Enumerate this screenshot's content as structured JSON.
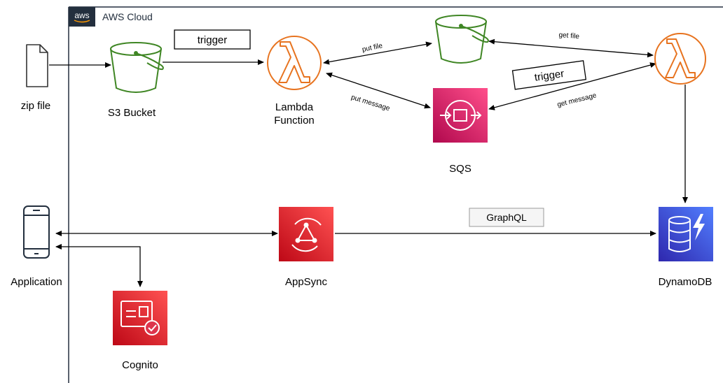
{
  "cloud": {
    "title": "AWS Cloud",
    "logo_text": "aws"
  },
  "nodes": {
    "zip_file": "zip file",
    "s3_bucket": "S3 Bucket",
    "lambda1_line1": "Lambda",
    "lambda1_line2": "Function",
    "sqs": "SQS",
    "application": "Application",
    "appsync": "AppSync",
    "dynamodb": "DynamoDB",
    "cognito": "Cognito"
  },
  "edge_labels": {
    "trigger_1": "trigger",
    "trigger_2": "trigger",
    "put_file": "put file",
    "get_file": "get file",
    "put_message": "put message",
    "get_message": "get message",
    "graphql": "GraphQL"
  },
  "icons": {
    "zip_file": "file-icon",
    "s3_bucket": "s3-bucket-icon",
    "s3_bucket_2": "s3-bucket-icon",
    "lambda": "lambda-icon",
    "sqs": "sqs-icon",
    "application": "mobile-device-icon",
    "appsync": "appsync-icon",
    "dynamodb": "dynamodb-icon",
    "cognito": "cognito-icon"
  },
  "colors": {
    "s3_green": "#3f8624",
    "lambda_orange": "#e7731f",
    "sqs_pink": "#e7157b",
    "appsync_red": "#e02a3a",
    "dynamodb_blue": "#3b48cc",
    "cognito_red": "#dd344c",
    "aws_dark": "#232f3e"
  }
}
